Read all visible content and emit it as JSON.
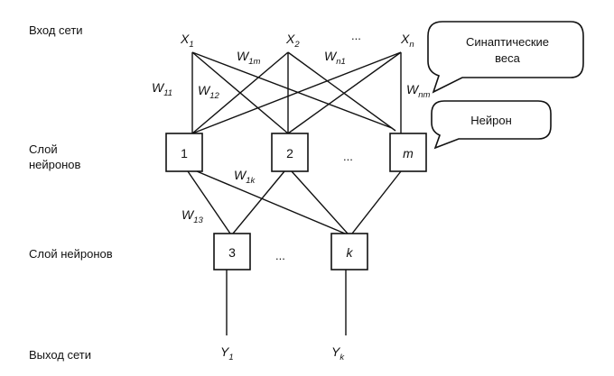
{
  "labels": {
    "network_input": "Вход сети",
    "neuron_layer_1": "Слой\nнейронов",
    "neuron_layer_2": "Слой нейронов",
    "network_output": "Выход сети"
  },
  "inputs": [
    {
      "base": "X",
      "sub": "1"
    },
    {
      "base": "X",
      "sub": "2"
    },
    {
      "base": "X",
      "sub": "n"
    }
  ],
  "layer1_nodes": [
    "1",
    "2",
    "m"
  ],
  "layer2_nodes": [
    "3",
    "k"
  ],
  "outputs": [
    {
      "base": "Y",
      "sub": "1"
    },
    {
      "base": "Y",
      "sub": "k"
    }
  ],
  "ellipsis": "...",
  "weights": [
    {
      "base": "W",
      "sub": "11"
    },
    {
      "base": "W",
      "sub": "12"
    },
    {
      "base": "W",
      "sub": "1m"
    },
    {
      "base": "W",
      "sub": "n1"
    },
    {
      "base": "W",
      "sub": "nm"
    },
    {
      "base": "W",
      "sub": "1k"
    },
    {
      "base": "W",
      "sub": "13"
    }
  ],
  "callouts": {
    "synaptic_weights": "Синаптические\nвеса",
    "neuron": "Нейрон"
  }
}
